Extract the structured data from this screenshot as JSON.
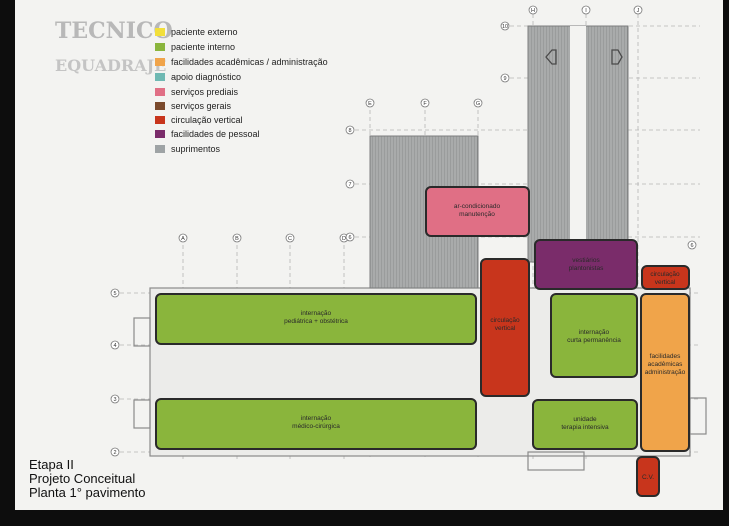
{
  "legend": [
    {
      "label": "paciente externo",
      "color": "#f2df3a"
    },
    {
      "label": "paciente interno",
      "color": "#8ab53c"
    },
    {
      "label": "facilidades acadêmicas / administração",
      "color": "#f0a44a"
    },
    {
      "label": "apoio diagnóstico",
      "color": "#6fb9b3"
    },
    {
      "label": "serviços prediais",
      "color": "#e06f85"
    },
    {
      "label": "serviços gerais",
      "color": "#7a4a2c"
    },
    {
      "label": "circulação vertical",
      "color": "#c8351c"
    },
    {
      "label": "facilidades de pessoal",
      "color": "#7a2c6a"
    },
    {
      "label": "suprimentos",
      "color": "#9ea3a5"
    }
  ],
  "rooms": {
    "ar_condicionado": {
      "line1": "ar-condicionado",
      "line2": "manutenção"
    },
    "vestiarios": {
      "line1": "vestiários",
      "line2": "plantonistas"
    },
    "circ_vertical_small": {
      "line1": "circulação",
      "line2": "vertical"
    },
    "circ_vertical_large": {
      "line1": "circulação",
      "line2": "vertical"
    },
    "internacao_ped": {
      "line1": "internação",
      "line2": "pediátrica + obstétrica"
    },
    "internacao_curta": {
      "line1": "internação",
      "line2": "curta permanência"
    },
    "fac_academicas": {
      "line1": "facilidades",
      "line2": "acadêmicas",
      "line3": "administração"
    },
    "internacao_med": {
      "line1": "internação",
      "line2": "médico-cirúrgica"
    },
    "uti": {
      "line1": "unidade",
      "line2": "terapia intensiva"
    },
    "cv": {
      "line1": "C.V."
    }
  },
  "grid_markers": {
    "cols_top": [
      "A",
      "B",
      "C",
      "D",
      "E",
      "F",
      "G",
      "H",
      "I",
      "J"
    ],
    "rows": [
      "2",
      "3",
      "4",
      "5",
      "6",
      "7",
      "8",
      "9",
      "10"
    ]
  },
  "title": {
    "line1": "Etapa II",
    "line2": "Projeto Conceitual",
    "line3": "Planta 1° pavimento"
  },
  "background_text": {
    "line1": "TECNICO",
    "line2": "EQUADRAJE"
  }
}
